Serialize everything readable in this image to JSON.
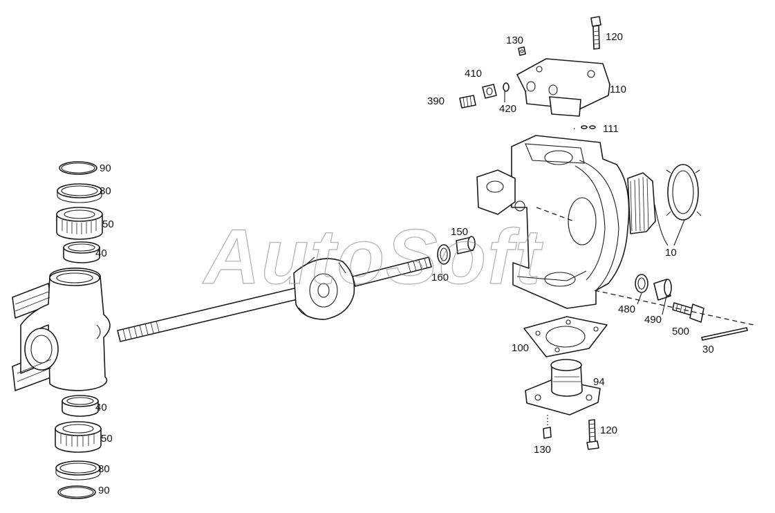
{
  "watermark": "AutoSoft",
  "callouts": {
    "c90_top": "90",
    "c80_top": "80",
    "c50_top": "50",
    "c40_top": "40",
    "c40_bot": "40",
    "c50_bot": "50",
    "c80_bot": "80",
    "c90_bot": "90",
    "c150": "150",
    "c160": "160",
    "c130_top": "130",
    "c120_top": "120",
    "c410": "410",
    "c390": "390",
    "c420": "420",
    "c110": "110",
    "c111": "111",
    "c10": "10",
    "c480": "480",
    "c490": "490",
    "c500": "500",
    "c30": "30",
    "c100": "100",
    "c94": "94",
    "c120_bot": "120",
    "c130_bot": "130"
  }
}
